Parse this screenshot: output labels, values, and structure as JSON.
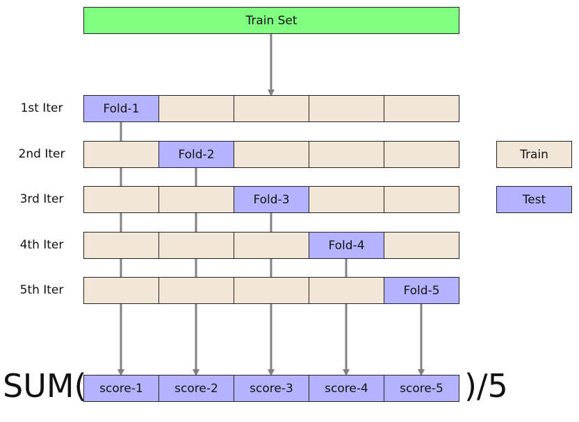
{
  "train_set": "Train Set",
  "iterations": [
    {
      "label": "1st Iter",
      "test_index": 0,
      "test_label": "Fold-1"
    },
    {
      "label": "2nd Iter",
      "test_index": 1,
      "test_label": "Fold-2"
    },
    {
      "label": "3rd Iter",
      "test_index": 2,
      "test_label": "Fold-3"
    },
    {
      "label": "4th Iter",
      "test_index": 3,
      "test_label": "Fold-4"
    },
    {
      "label": "5th Iter",
      "test_index": 4,
      "test_label": "Fold-5"
    }
  ],
  "legend": {
    "train": "Train",
    "test": "Test"
  },
  "scores": [
    "score-1",
    "score-2",
    "score-3",
    "score-4",
    "score-5"
  ],
  "sum_prefix": "SUM(",
  "sum_suffix": ")/5",
  "colors": {
    "train_set": "#80ff80",
    "train_fold": "#f2e6d9",
    "test_fold": "#b3b3ff",
    "arrow": "#808080"
  }
}
